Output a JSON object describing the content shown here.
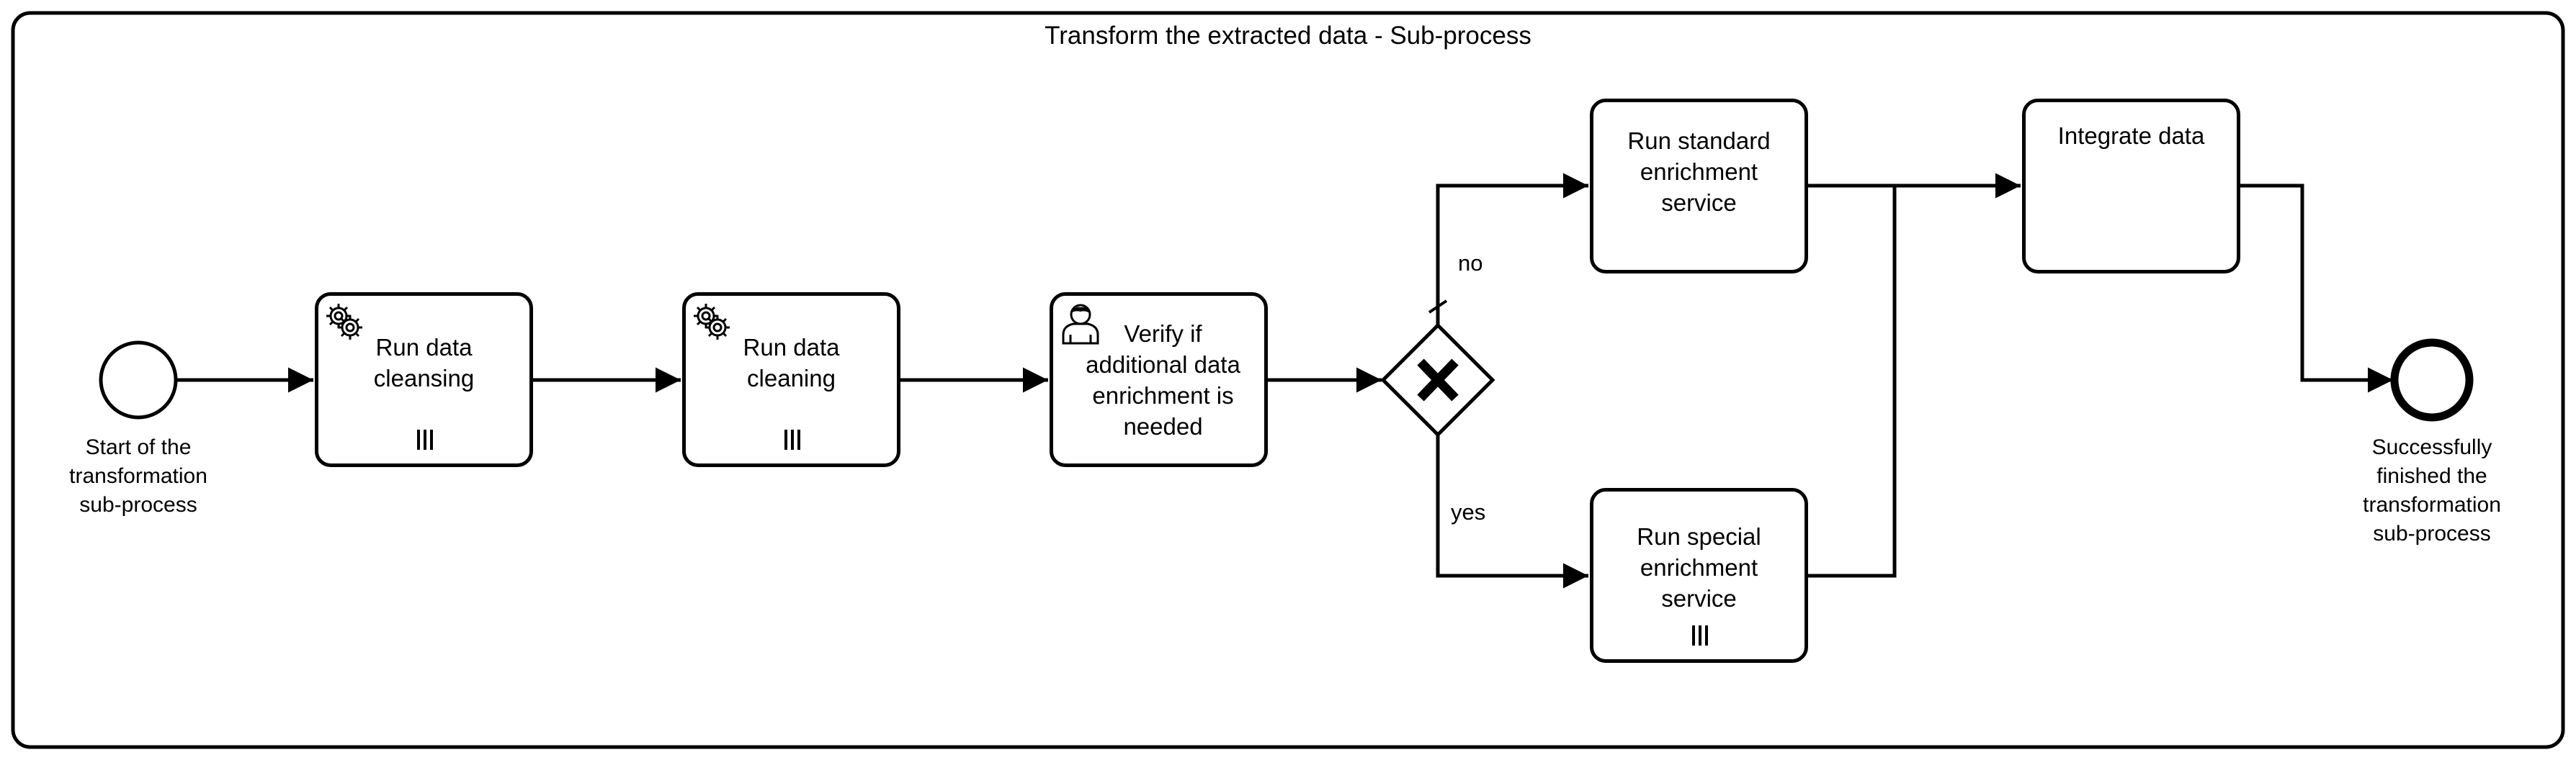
{
  "subprocess": {
    "title": "Transform the extracted data - Sub-process"
  },
  "events": {
    "start": {
      "label_lines": [
        "Start of the",
        "transformation",
        "sub-process"
      ]
    },
    "end": {
      "label_lines": [
        "Successfully",
        "finished the",
        "transformation",
        "sub-process"
      ]
    }
  },
  "tasks": [
    {
      "id": "cleansing",
      "label": "Run data cleansing",
      "lines": [
        "Run data",
        "cleansing"
      ],
      "type": "service",
      "multi_instance": true
    },
    {
      "id": "cleaning",
      "label": "Run data cleaning",
      "lines": [
        "Run data",
        "cleaning"
      ],
      "type": "service",
      "multi_instance": true
    },
    {
      "id": "verify",
      "label": "Verify if additional data enrichment is needed",
      "lines": [
        "Verify if",
        "additional data",
        "enrichment is",
        "needed"
      ],
      "type": "user",
      "multi_instance": false
    },
    {
      "id": "standard",
      "label": "Run standard enrichment service",
      "lines": [
        "Run standard",
        "enrichment",
        "service"
      ],
      "type": "task",
      "multi_instance": false
    },
    {
      "id": "special",
      "label": "Run special enrichment service",
      "lines": [
        "Run special",
        "enrichment",
        "service"
      ],
      "type": "task",
      "multi_instance": true
    },
    {
      "id": "integrate",
      "label": "Integrate data",
      "lines": [
        "Integrate data"
      ],
      "type": "task",
      "multi_instance": false
    }
  ],
  "gateway": {
    "type": "exclusive",
    "symbol": "X"
  },
  "flows": {
    "no_label": "no",
    "yes_label": "yes"
  },
  "colors": {
    "stroke": "#000000",
    "fill": "#ffffff"
  }
}
